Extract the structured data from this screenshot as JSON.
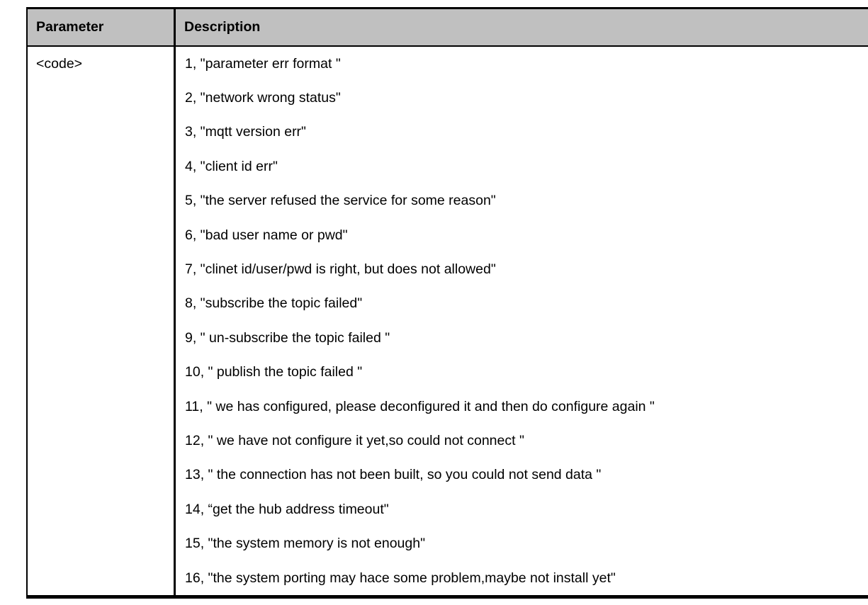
{
  "colors": {
    "header_bg": "#c0c0c0",
    "border": "#000000",
    "text": "#000000"
  },
  "table": {
    "headers": [
      "Parameter",
      "Description"
    ],
    "rows": [
      {
        "parameter": "<code>",
        "descriptions": [
          "1, \"parameter err format \"",
          "2, \"network wrong status\"",
          "3, \"mqtt version err\"",
          "4, \"client id err\"",
          "5, \"the server refused the service for some reason\"",
          "6, \"bad user name or pwd\"",
          "7, \"clinet id/user/pwd is right, but does not allowed\"",
          "8, \"subscribe the topic failed\"",
          "9, \" un-subscribe the topic failed \"",
          "10, \" publish the topic failed \"",
          "11, \" we has configured, please deconfigured it and then do configure again \"",
          "12, \" we have not configure it yet,so could not connect \"",
          "13, \" the connection has not been built, so you could not send data \"",
          "14, “get the hub address timeout\"",
          "15, \"the system memory is not enough\"",
          "16, \"the system porting may hace some problem,maybe not install yet\""
        ]
      }
    ]
  }
}
